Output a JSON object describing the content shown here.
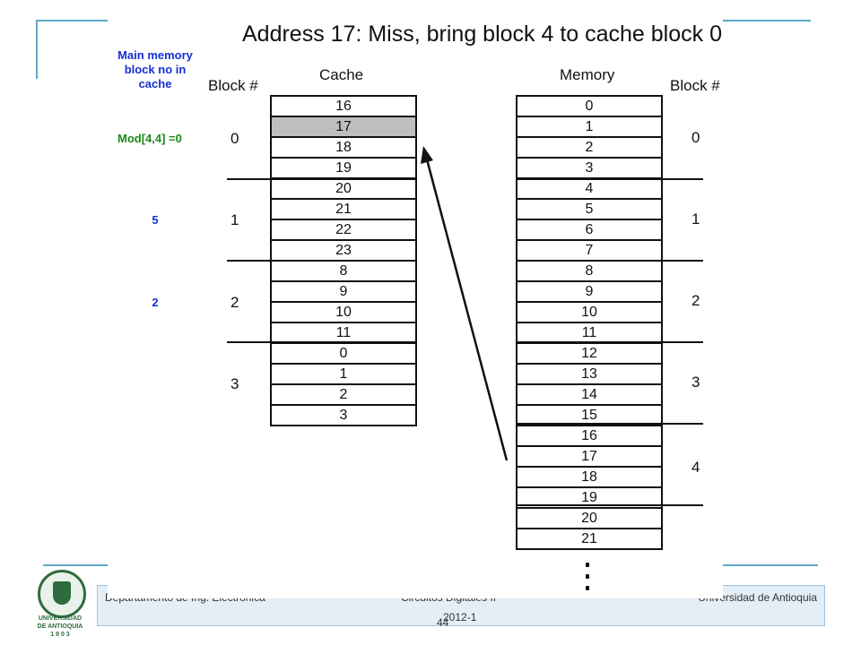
{
  "slide": {
    "title": "Address 17: Miss, bring block 4 to cache block 0",
    "page_number": "44"
  },
  "annotations": {
    "main_memory_note": [
      "Main memory",
      "block no in",
      "cache"
    ],
    "mod_note": "Mod[4,4] =0",
    "block_notes": [
      "5",
      "2"
    ]
  },
  "cache": {
    "header": "Cache",
    "block_header": "Block #",
    "cells": [
      "16",
      "17",
      "18",
      "19",
      "20",
      "21",
      "22",
      "23",
      "8",
      "9",
      "10",
      "11",
      "0",
      "1",
      "2",
      "3"
    ],
    "highlighted_index": 1,
    "block_numbers": [
      "0",
      "1",
      "2",
      "3"
    ]
  },
  "memory": {
    "header": "Memory",
    "block_header": "Block #",
    "cells": [
      "0",
      "1",
      "2",
      "3",
      "4",
      "5",
      "6",
      "7",
      "8",
      "9",
      "10",
      "11",
      "12",
      "13",
      "14",
      "15",
      "16",
      "17",
      "18",
      "19",
      "20",
      "21"
    ],
    "block_numbers": [
      "0",
      "1",
      "2",
      "3",
      "4"
    ]
  },
  "footer": {
    "left": "Departamento de Ing. Electrónica",
    "center": "Circuitos Digitales II",
    "right": "Universidad de Antioquia",
    "year": "2012-1"
  },
  "logo": {
    "lines": [
      "UNIVERSIDAD",
      "DE ANTIOQUIA",
      "1 8 0 3"
    ]
  },
  "colors": {
    "highlight": "#bebebe",
    "note_blue": "#1530d0",
    "note_green": "#1a8a1a",
    "accent_line": "#5fa8c9"
  }
}
